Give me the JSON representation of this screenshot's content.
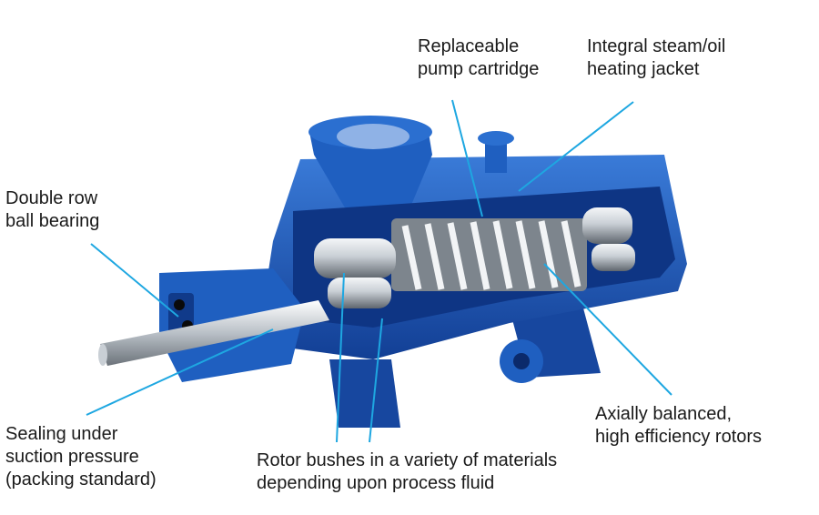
{
  "colors": {
    "pump_blue": "#1f5fc0",
    "pump_blue_dark": "#103a8a",
    "pump_blue_light": "#3a7bd8",
    "callout_line": "#1ea7e1",
    "steel_light": "#e6e9ec",
    "steel_dark": "#5f666e"
  },
  "labels": {
    "cartridge": {
      "lines": [
        "Replaceable",
        "pump cartridge"
      ]
    },
    "jacket": {
      "lines": [
        "Integral steam/oil",
        "heating jacket"
      ]
    },
    "bearing": {
      "lines": [
        "Double row",
        "ball bearing"
      ]
    },
    "rotors": {
      "lines": [
        "Axially balanced,",
        "high efficiency rotors"
      ]
    },
    "sealing": {
      "lines": [
        "Sealing under",
        "suction pressure",
        "(packing standard)"
      ]
    },
    "bushes": {
      "lines": [
        "Rotor bushes in a variety of materials",
        "depending upon process fluid"
      ]
    }
  }
}
